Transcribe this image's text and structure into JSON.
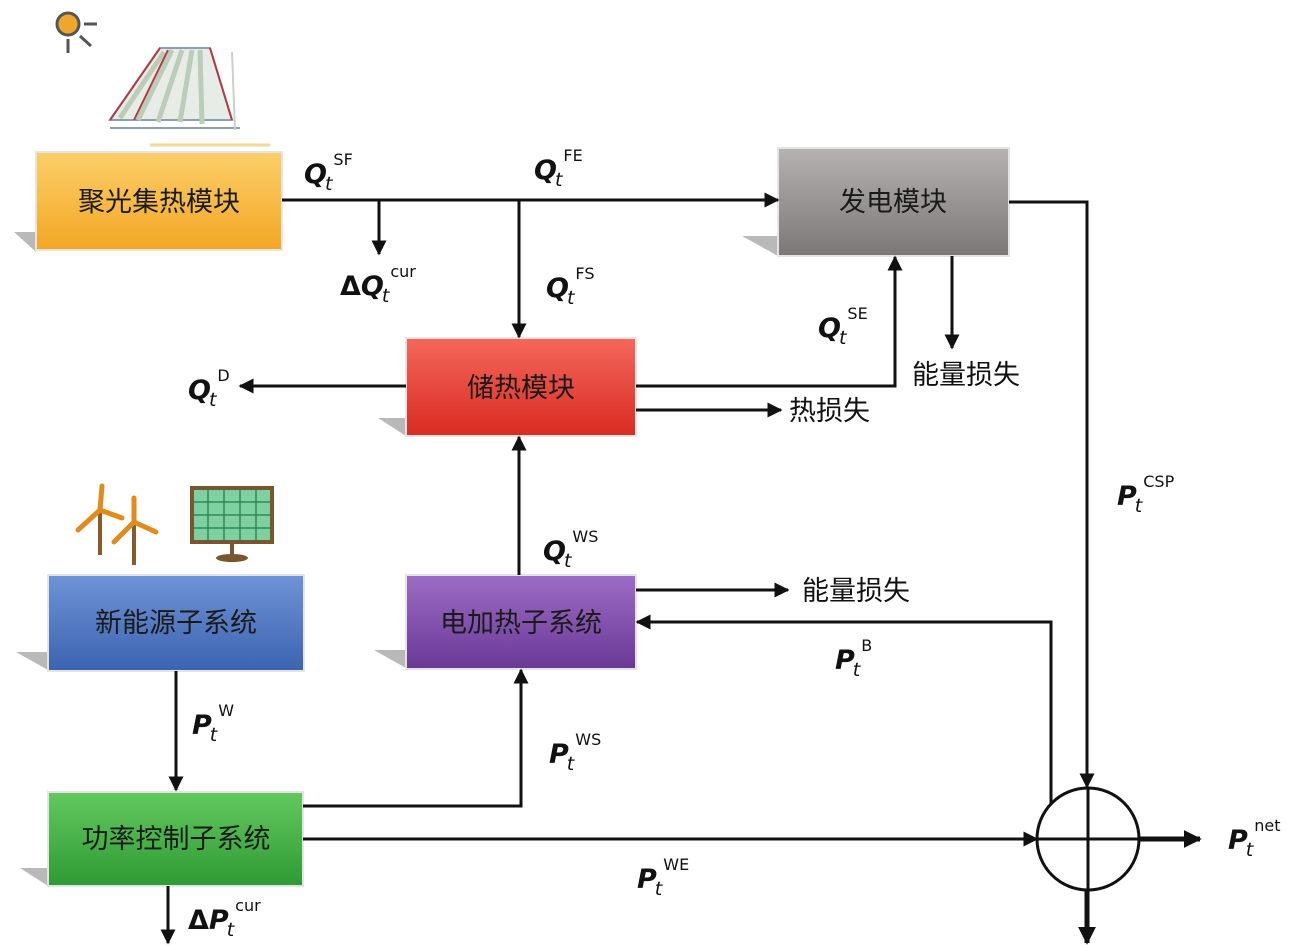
{
  "blocks": {
    "solar_field": "聚光集热模块",
    "power_gen": "发电模块",
    "storage": "储热模块",
    "renewable": "新能源子系统",
    "heater": "电加热子系统",
    "power_control": "功率控制子系统"
  },
  "losses": {
    "energy_loss_power_gen": "能量损失",
    "heat_loss": "热损失",
    "energy_loss_heater": "能量损失"
  },
  "variables": {
    "q_sf": {
      "main": "Q",
      "sub": "t",
      "sup": "SF",
      "delta": ""
    },
    "q_fe": {
      "main": "Q",
      "sub": "t",
      "sup": "FE",
      "delta": ""
    },
    "dq_cur": {
      "main": "Q",
      "sub": "t",
      "sup": "cur",
      "delta": "Δ"
    },
    "q_fs": {
      "main": "Q",
      "sub": "t",
      "sup": "FS",
      "delta": ""
    },
    "q_se": {
      "main": "Q",
      "sub": "t",
      "sup": "SE",
      "delta": ""
    },
    "q_d": {
      "main": "Q",
      "sub": "t",
      "sup": "D",
      "delta": ""
    },
    "p_csp": {
      "main": "P",
      "sub": "t",
      "sup": "CSP",
      "delta": ""
    },
    "q_ws": {
      "main": "Q",
      "sub": "t",
      "sup": "WS",
      "delta": ""
    },
    "p_b": {
      "main": "P",
      "sub": "t",
      "sup": "B",
      "delta": ""
    },
    "p_w": {
      "main": "P",
      "sub": "t",
      "sup": "W",
      "delta": ""
    },
    "p_ws": {
      "main": "P",
      "sub": "t",
      "sup": "WS",
      "delta": ""
    },
    "p_we": {
      "main": "P",
      "sub": "t",
      "sup": "WE",
      "delta": ""
    },
    "p_net": {
      "main": "P",
      "sub": "t",
      "sup": "net",
      "delta": ""
    },
    "dp_cur": {
      "main": "P",
      "sub": "t",
      "sup": "cur",
      "delta": "Δ"
    }
  },
  "colors": {
    "solar_field": "#f5b83a",
    "power_gen": "#8e8a8a",
    "storage": "#e8382e",
    "renewable": "#4b74c0",
    "heater": "#7d4aa8",
    "power_control": "#3fae42"
  }
}
